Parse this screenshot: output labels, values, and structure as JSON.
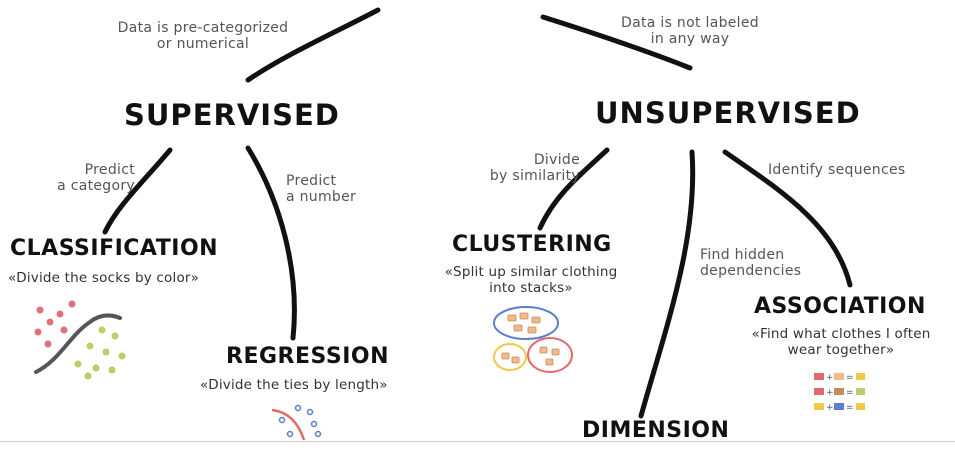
{
  "top": {
    "supervised_note": [
      "Data is pre-categorized",
      "or numerical"
    ],
    "unsupervised_note": [
      "Data is not labeled",
      "in any way"
    ]
  },
  "supervised": {
    "title": "SUPERVISED",
    "left_note": [
      "Predict",
      "a category"
    ],
    "right_note": [
      "Predict",
      "a number"
    ],
    "classification": {
      "title": "CLASSIFICATION",
      "quote": "«Divide the socks by color»"
    },
    "regression": {
      "title": "REGRESSION",
      "quote": "«Divide the ties by length»"
    }
  },
  "unsupervised": {
    "title": "UNSUPERVISED",
    "left_note": [
      "Divide",
      "by similarity"
    ],
    "mid_note": [
      "Find hidden",
      "dependencies"
    ],
    "right_note": "Identify sequences",
    "clustering": {
      "title": "CLUSTERING",
      "quote": [
        "«Split up similar clothing",
        "into stacks»"
      ]
    },
    "association": {
      "title": "ASSOCIATION",
      "quote": [
        "«Find what clothes I often",
        "wear together»"
      ]
    },
    "dimension": {
      "title": "DIMENSION"
    }
  },
  "colors": {
    "stroke": "#111111",
    "note": "#555555",
    "red_dot": "#e0707a",
    "green_dot": "#b8cf6a",
    "blue_outline": "#5b7fcf",
    "red_outline": "#e36a6a",
    "yellow_outline": "#f0c94a",
    "item_fill": "#f3b98a"
  }
}
